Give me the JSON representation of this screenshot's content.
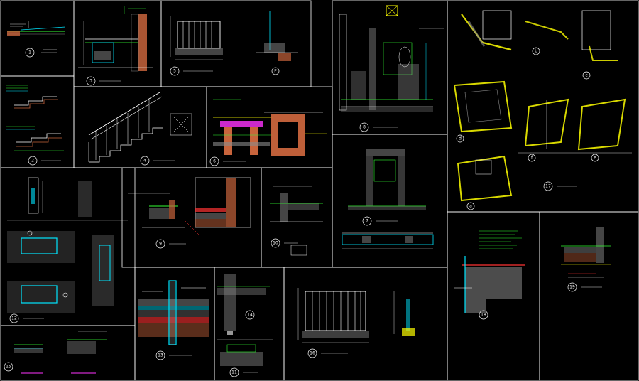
{
  "detail_numbers": [
    "1",
    "2",
    "3",
    "4",
    "5",
    "6",
    "7",
    "8",
    "9",
    "10",
    "11",
    "12",
    "13",
    "14",
    "15",
    "16",
    "17",
    "18",
    "19"
  ],
  "letter_marks": [
    "a",
    "b",
    "c",
    "d",
    "e",
    "f",
    "F"
  ],
  "colors": {
    "background": "#000000",
    "frame": "#ffffff",
    "cyan": "#00e5ff",
    "green": "#33ff33",
    "yellow": "#ffff00",
    "magenta": "#ff33ff",
    "red": "#ff3333",
    "brown": "#c8643c",
    "gray": "#8a8a8a"
  }
}
